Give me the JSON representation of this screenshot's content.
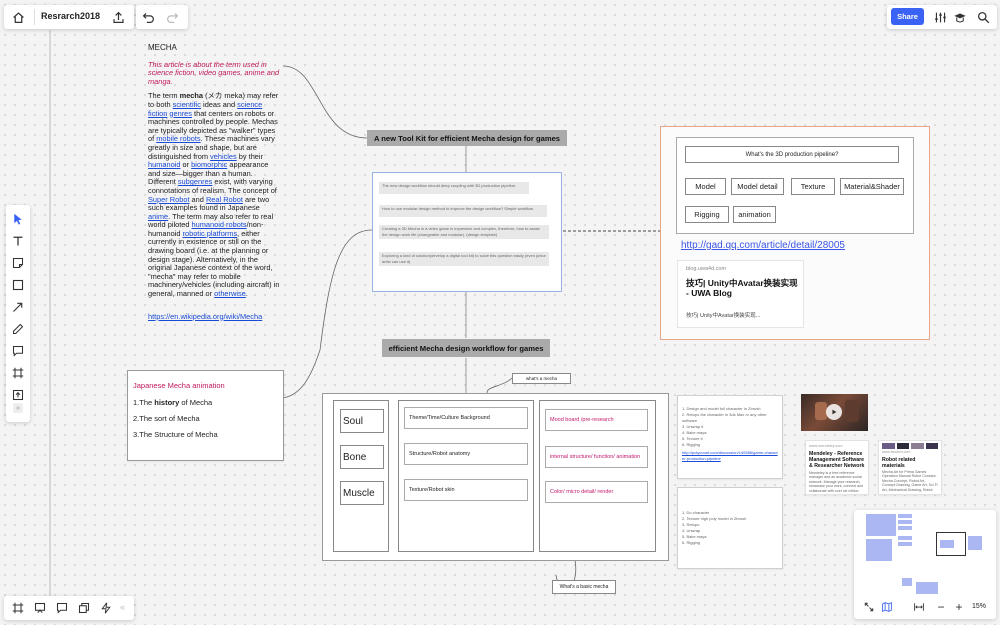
{
  "topbar": {
    "board_title": "Resrarch2018",
    "share_label": "Share"
  },
  "article": {
    "title": "MECHA",
    "intro": "This article is about the term used in science fiction, video games, anime and manga.",
    "p1": "The term ",
    "term": "mecha",
    "p2": " (メカ meka) may refer to both ",
    "l_scientific": "scientific",
    "p3": " ideas and ",
    "l_science": "science fiction",
    "p4": " ",
    "l_genres": "genres",
    "p5": " that centers on robots or machines controlled by people. Mechas are typically depicted as \"walker\" types of ",
    "l_mobile": "mobile robots",
    "p6": ". These machines vary greatly in size and shape, but are distinguished from ",
    "l_vehicles": "vehicles",
    "p7": " by their ",
    "l_humanoid": "humanoid",
    "p8": " or ",
    "l_biomorphic": "biomorphic",
    "p9": " appearance and size—bigger than a human. Different ",
    "l_subgenres": "subgenres",
    "p10": " exist, with varying connotations of realism. The concept of ",
    "l_super": "Super Robot",
    "p11": " and ",
    "l_real": "Real Robot",
    "p12": " are two such examples found in Japanese ",
    "l_anime": "anime",
    "p13": ". The term may also refer to real world piloted ",
    "l_humanoid_robots": "humanoid robots",
    "p14": "/non-humanoid ",
    "l_robotic": "robotic platforms",
    "p15": ", either currently in existence or still on the drawing board (i.e. at the planning or design stage). Alternatively, in the original Japanese context of the word, \"mecha\" may refer to mobile machinery/vehicles (including aircraft) in general, manned or ",
    "l_otherwise": "otherwise",
    "p16": ".",
    "url": "https://en.wikipedia.org/wiki/Mecha"
  },
  "toolkit": {
    "title": "A new Tool Kit for efficient Mecha design for games",
    "notes": [
      "The new design workflow should deep coupling with 3D production pipeline.",
      "How to use modular design method to improve the design workflow?  Simple workflow",
      "Creating a 3D Mecha in a video game is expensive and complex, therefore, how to assist the design work life (changeable and modular).  (design template)",
      "Exploring a kind of solution(develop a digital tool kit)  to solve this question easily (even junior artist can use it)"
    ]
  },
  "pipeline": {
    "question": "What's the 3D production pipeline?",
    "tags": [
      "Model",
      "Model detail",
      "Texture",
      "Material&Shader",
      "Rigging",
      "animation"
    ],
    "link": "http://gad.qq.com/article/detail/28005",
    "card_domain": "blog.uwa4d.com",
    "card_title": "技巧| Unity中Avatar换装实现 - UWA Blog",
    "card_sub": "技巧| Unity中Avatar换装实现..."
  },
  "workflow": {
    "title": "efficient Mecha design workflow for games",
    "whats_mecha": "what's a mecha",
    "whats_basic": "What's a basic mecha",
    "parts": [
      "Soul",
      "Bone",
      "Muscle"
    ],
    "mid": [
      "Theme/Time/Culture Background",
      "Structure/Robot anatomy",
      "Texture/Robot skin"
    ],
    "right": [
      "Mood board /pre-research",
      "internal structure/ function/ animation",
      "Color/ micro detail/ render"
    ]
  },
  "anime": {
    "title": "Japanese Mecha animation",
    "i1a": "1.The ",
    "i1b": "history",
    "i1c": " of Mecha",
    "i2": "2.The sort of Mecha",
    "i3": "3.The Structure of Mecha"
  },
  "steps1": {
    "lines": [
      "1. Design and model full character in Zbrush",
      "2. Retopo the character in 3ds Max or any other software",
      "3. Unwrap it",
      "4. Bake maya",
      "5. Texture it",
      "6. Rigging"
    ],
    "link": "http://polycount.com/discussion/140586/game-character-production-pipeline"
  },
  "steps2": {
    "lines": [
      "1. Do character",
      "2. Texture high poly model in Zbrush",
      "3. Retopo",
      "4. Unwrap",
      "5. Bake maya",
      "6. Rigging"
    ]
  },
  "cards": {
    "mendeley_domain": "www.mendeley.com",
    "mendeley_title": "Mendeley - Reference Management Software & Researcher Network",
    "mendeley_body": "Mendeley is a free reference manager and an academic social network. Manage your research, showcase your work, connect and collaborate with over six million researchers worldwide.",
    "robot_domain": "www.fandom.com",
    "robot_title": "Robot related materials",
    "robot_body": "Mecha Art for Prima Games Operation Manual Robot Concept, Mecha Concept, Robot Art, Concept Drawing, Game Art, Sci Fi Art, Mechanical Drawing, Robot Drawings"
  },
  "zoom": {
    "level": "15%"
  },
  "icons": {
    "home": "home-icon",
    "export": "export-icon",
    "undo": "undo-icon",
    "redo": "redo-icon",
    "settings": "sliders-icon",
    "learn": "graduation-cap-icon",
    "search": "search-icon",
    "select": "cursor-icon",
    "text": "text-icon",
    "note": "sticky-note-icon",
    "shape": "square-icon",
    "arrow": "arrow-icon",
    "pen": "pen-icon",
    "comment": "comment-icon",
    "frame": "frame-icon",
    "upload": "upload-icon",
    "more": "more-icon",
    "frames": "frames-icon",
    "play": "play-icon"
  },
  "colors": {
    "share": "#3a62f5",
    "intro": "#c0185a",
    "link": "#1a4bd6",
    "pinktext": "#c0186a",
    "minimap": "#aab7f2"
  }
}
